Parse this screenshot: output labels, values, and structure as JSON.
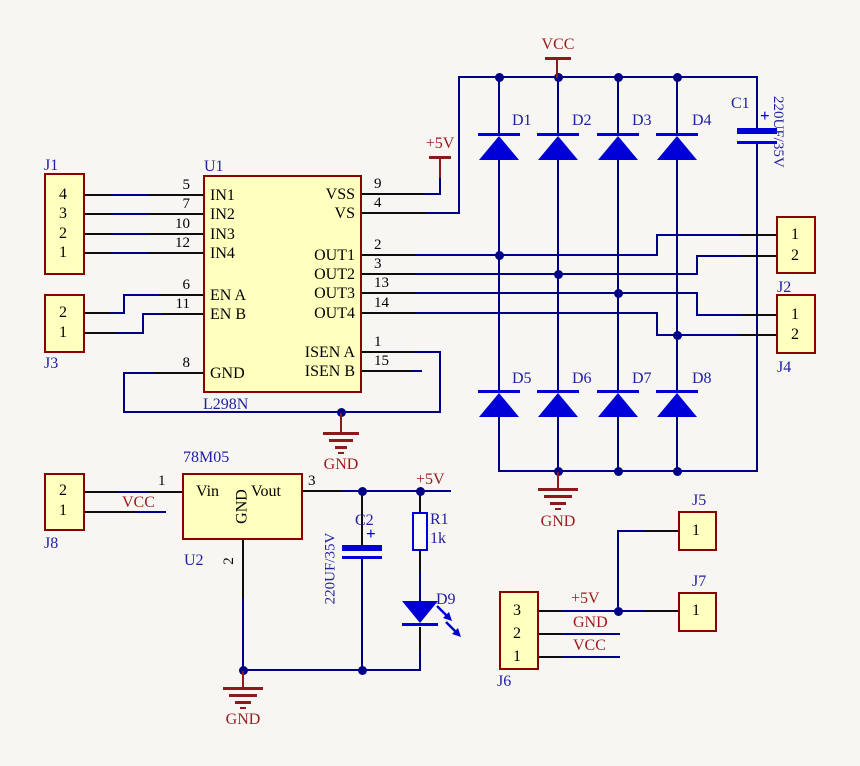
{
  "u1": {
    "ref": "U1",
    "part": "L298N",
    "left_pins": [
      {
        "num": "5",
        "name": "IN1"
      },
      {
        "num": "7",
        "name": "IN2"
      },
      {
        "num": "10",
        "name": "IN3"
      },
      {
        "num": "12",
        "name": "IN4"
      },
      {
        "num": "6",
        "name": "EN A"
      },
      {
        "num": "11",
        "name": "EN B"
      },
      {
        "num": "8",
        "name": "GND"
      }
    ],
    "right_pins": [
      {
        "num": "9",
        "name": "VSS"
      },
      {
        "num": "4",
        "name": "VS"
      },
      {
        "num": "2",
        "name": "OUT1"
      },
      {
        "num": "3",
        "name": "OUT2"
      },
      {
        "num": "13",
        "name": "OUT3"
      },
      {
        "num": "14",
        "name": "OUT4"
      },
      {
        "num": "1",
        "name": "ISEN A"
      },
      {
        "num": "15",
        "name": "ISEN B"
      }
    ]
  },
  "u2": {
    "ref": "U2",
    "part": "78M05",
    "pin_vin": "Vin",
    "pin_gnd": "GND",
    "pin_vout": "Vout",
    "num_vin": "1",
    "num_gnd": "2",
    "num_vout": "3"
  },
  "j1": {
    "ref": "J1",
    "pins": [
      "4",
      "3",
      "2",
      "1"
    ]
  },
  "j2": {
    "ref": "J2",
    "pins": [
      "1",
      "2"
    ]
  },
  "j3": {
    "ref": "J3",
    "pins": [
      "2",
      "1"
    ]
  },
  "j4": {
    "ref": "J4",
    "pins": [
      "1",
      "2"
    ]
  },
  "j5": {
    "ref": "J5",
    "pins": [
      "1"
    ]
  },
  "j6": {
    "ref": "J6",
    "pins": [
      "3",
      "2",
      "1"
    ]
  },
  "j7": {
    "ref": "J7",
    "pins": [
      "1"
    ]
  },
  "j8": {
    "ref": "J8",
    "pins": [
      "2",
      "1"
    ]
  },
  "d1": "D1",
  "d2": "D2",
  "d3": "D3",
  "d4": "D4",
  "d5": "D5",
  "d6": "D6",
  "d7": "D7",
  "d8": "D8",
  "d9": "D9",
  "c1": {
    "ref": "C1",
    "value": "220UF/35V",
    "plus": "+"
  },
  "c2": {
    "ref": "C2",
    "value": "220UF/35V",
    "plus": "+"
  },
  "r1": {
    "ref": "R1",
    "value": "1k"
  },
  "power": {
    "vcc": "VCC",
    "p5v": "+5V",
    "gnd": "GND"
  },
  "net_labels": {
    "j8_vcc": "VCC",
    "vout_p5v": "+5V",
    "j6_p5v": "+5V",
    "j6_gnd": "GND",
    "j6_vcc": "VCC"
  },
  "colors": {
    "wire": "#000087",
    "component_blue": "#0000D6",
    "designator_blue": "#2121A0",
    "power_red": "#9B1B1B",
    "box_fill": "#FFFFBE",
    "box_border": "#8B0000",
    "background": "#F7F6F2"
  }
}
